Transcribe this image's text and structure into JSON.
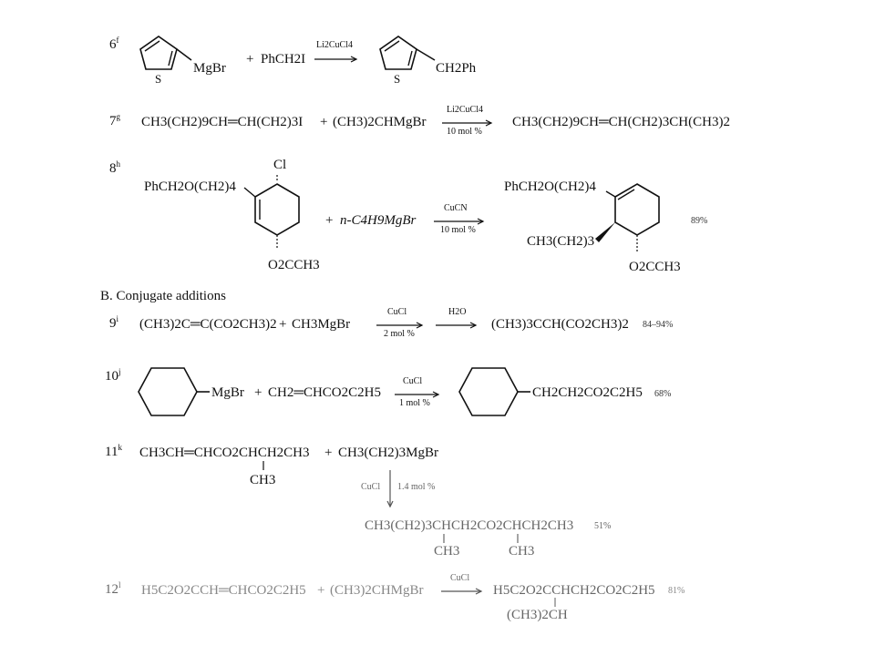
{
  "reactions": [
    {
      "label": "6f",
      "reagent1": "MgBr",
      "plus": "+",
      "reagent2": "PhCH2I",
      "arrow_top": "Li2CuCl4",
      "arrow_bottom": "",
      "product": "CH2Ph",
      "yield": ""
    },
    {
      "label": "7g",
      "reagent1": "CH3(CH2)9CH═CH(CH2)3I",
      "plus": "+",
      "reagent2": "(CH3)2CHMgBr",
      "arrow_top": "Li2CuCl4",
      "arrow_bottom": "10 mol %",
      "product": "CH3(CH2)9CH═CH(CH2)3CH(CH3)2",
      "yield": ""
    },
    {
      "label": "8h",
      "reagent1_sub": "PhCH2O(CH2)4",
      "reagent1_cl": "Cl",
      "reagent1_oac": "O2CCH3",
      "plus": "+",
      "reagent2": "n-C4H9MgBr",
      "arrow_top": "CuCN",
      "arrow_bottom": "10 mol %",
      "product_sub": "PhCH2O(CH2)4",
      "product_alkyl": "CH3(CH2)3",
      "product_oac": "O2CCH3",
      "yield": "89%"
    },
    {
      "label": "9i",
      "reagent1": "(CH3)2C═C(CO2CH3)2",
      "plus": "+",
      "reagent2": "CH3MgBr",
      "arrow_top": "CuCl",
      "arrow_bottom": "2 mol %",
      "arrow2_top": "H2O",
      "product": "(CH3)3CCH(CO2CH3)2",
      "yield": "84–94%"
    },
    {
      "label": "10j",
      "reagent1": "MgBr",
      "plus": "+",
      "reagent2": "CH2═CHCO2C2H5",
      "arrow_top": "CuCl",
      "arrow_bottom": "1 mol %",
      "product": "CH2CH2CO2C2H5",
      "yield": "68%"
    },
    {
      "label": "11k",
      "reagent1": "CH3CH═CHCO2CHCH2CH3",
      "reagent1_branch": "CH3",
      "plus": "+",
      "reagent2": "CH3(CH2)3MgBr",
      "arrow_label": "CuCl",
      "arrow_label2": "1.4 mol %",
      "product": "CH3(CH2)3CHCH2CO2CHCH2CH3",
      "product_branch1": "CH3",
      "product_branch2": "CH3",
      "yield": "51%"
    },
    {
      "label": "12l",
      "reagent1": "H5C2O2CCH═CHCO2C2H5",
      "plus": "+",
      "reagent2": "(CH3)2CHMgBr",
      "arrow_top": "CuCl",
      "arrow_bottom": "",
      "product": "H5C2O2CCHCH2CO2C2H5",
      "product_branch": "(CH3)2CH",
      "yield": "81%"
    }
  ],
  "section_b": "B.  Conjugate additions",
  "ring_atoms": {
    "s1": "S",
    "s2": "S"
  }
}
